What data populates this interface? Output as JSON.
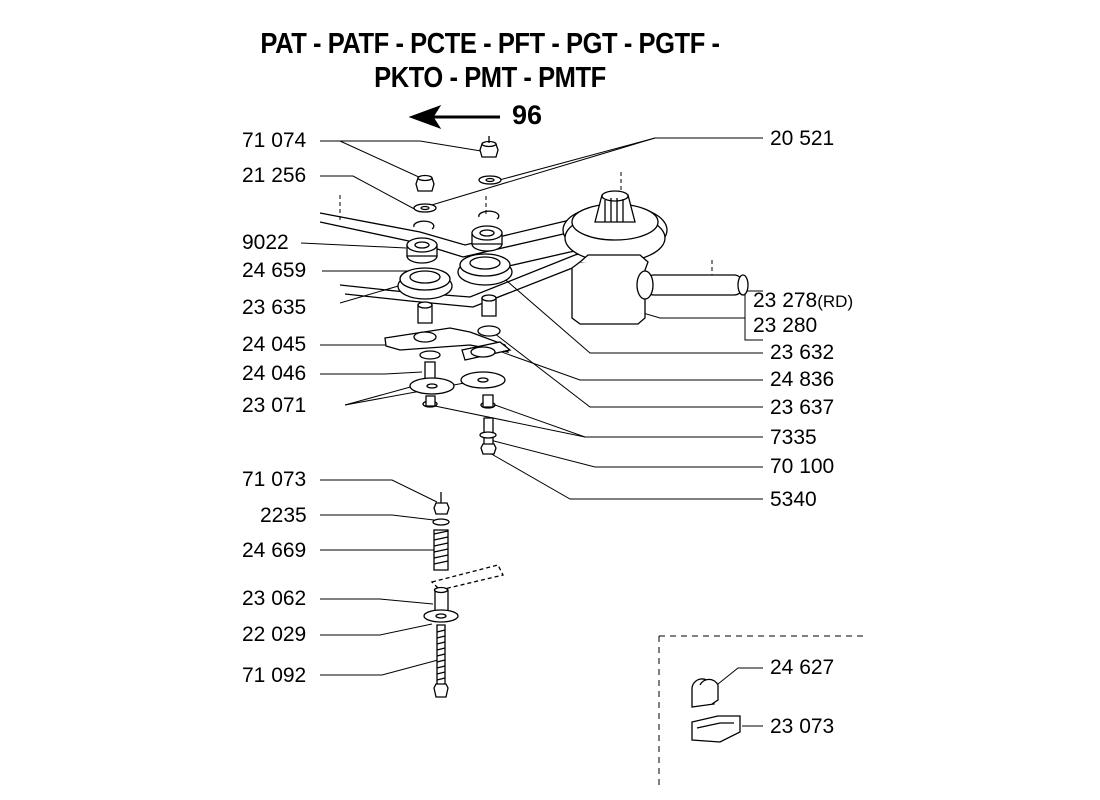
{
  "title": {
    "line1": "PAT - PATF - PCTE - PFT - PGT - PGTF -",
    "line2": "PKTO - PMT - PMTF"
  },
  "reference": {
    "label": "96",
    "icon": "arrow-left-icon"
  },
  "left_labels": {
    "p71074": "71 074",
    "p21256": "21 256",
    "p9022": "9022",
    "p24659": "24 659",
    "p23635": "23 635",
    "p24045": "24 045",
    "p24046": "24 046",
    "p23071": "23 071",
    "p71073": "71 073",
    "p2235": "2235",
    "p24669": "24 669",
    "p23062": "23 062",
    "p22029": "22 029",
    "p71092": "71 092"
  },
  "right_labels": {
    "p20521": "20 521",
    "p23278": "23 278",
    "p23278_suffix": "(RD)",
    "p23280": "23 280",
    "p23632": "23 632",
    "p24836": "24 836",
    "p23637": "23 637",
    "p7335": "7335",
    "p70100": "70 100",
    "p5340": "5340"
  },
  "inset_labels": {
    "p24627": "24 627",
    "p23073": "23 073"
  }
}
